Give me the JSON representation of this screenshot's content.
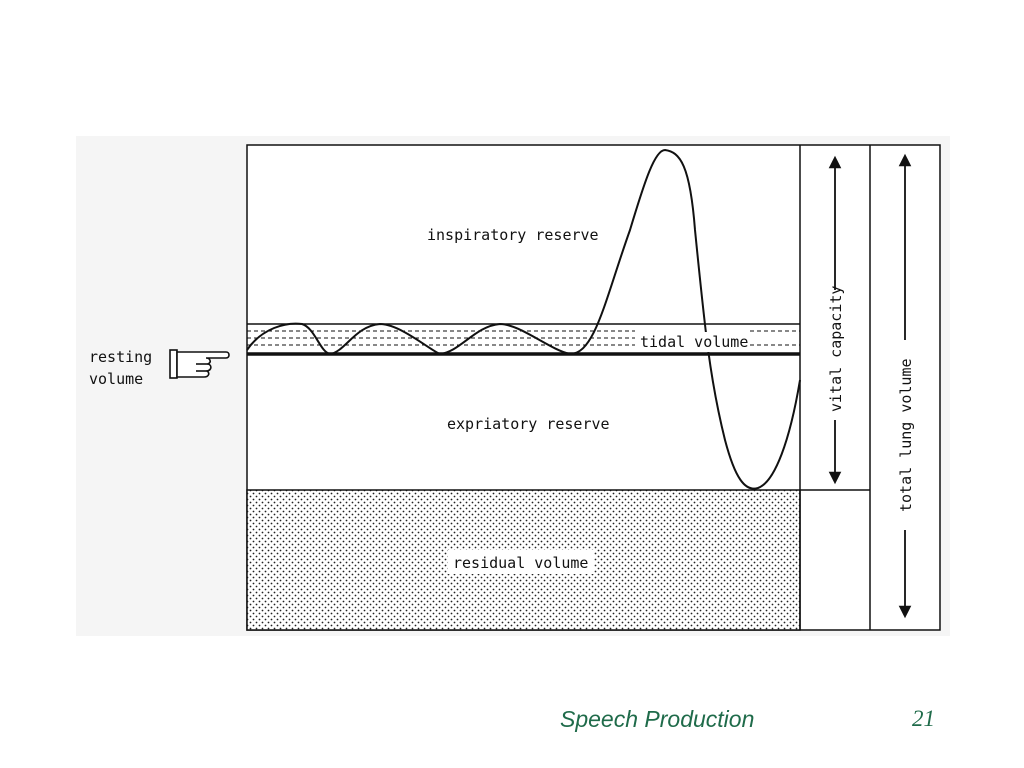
{
  "diagram": {
    "labels": {
      "inspiratory_reserve": "inspiratory reserve",
      "tidal_volume": "tidal volume",
      "expiratory_reserve": "expriatory reserve",
      "residual_volume": "residual volume",
      "vital_capacity": "vital capacity",
      "total_lung_volume": "total lung volume",
      "resting_volume_line1": "resting",
      "resting_volume_line2": "volume"
    },
    "icons": {
      "pointer": "pointing-hand-icon"
    }
  },
  "footer": {
    "title": "Speech Production",
    "page_number": "21"
  }
}
